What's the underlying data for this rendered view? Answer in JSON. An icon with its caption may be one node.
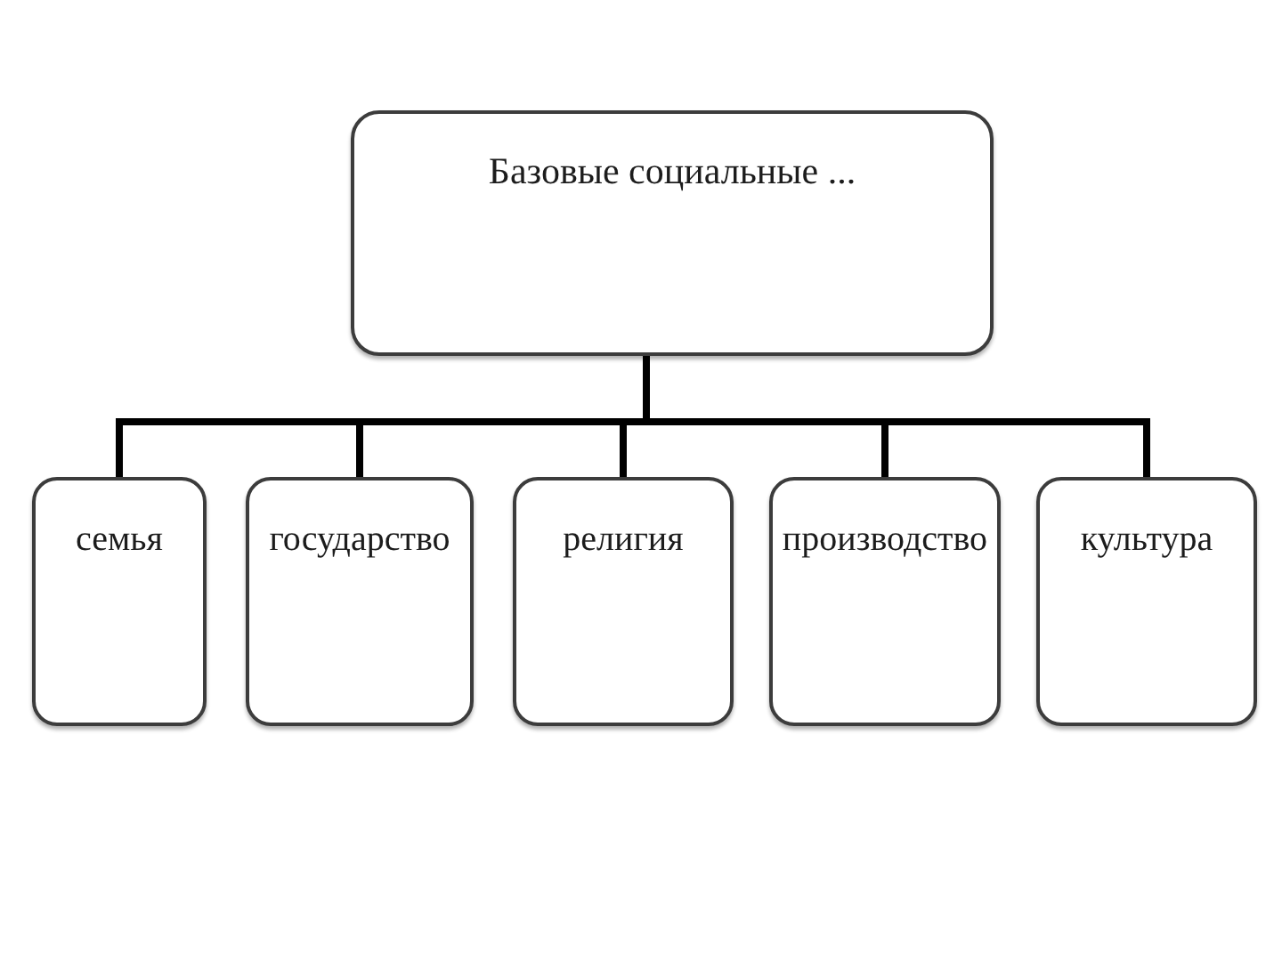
{
  "diagram": {
    "nodes": [
      {
        "text": [
          "Базовые социальные ..."
        ]
      },
      {
        "text": [
          "семья"
        ]
      },
      {
        "text": [
          "государство"
        ]
      },
      {
        "text": [
          "религия"
        ]
      },
      {
        "text": [
          "производство"
        ]
      },
      {
        "text": [
          "культура"
        ]
      }
    ],
    "edges": [
      {
        "from": 0,
        "to": 1,
        "arrow": "none"
      },
      {
        "from": 0,
        "to": 2,
        "arrow": "none"
      },
      {
        "from": 0,
        "to": 3,
        "arrow": "none"
      },
      {
        "from": 0,
        "to": 4,
        "arrow": "none"
      },
      {
        "from": 0,
        "to": 5,
        "arrow": "none"
      }
    ]
  }
}
